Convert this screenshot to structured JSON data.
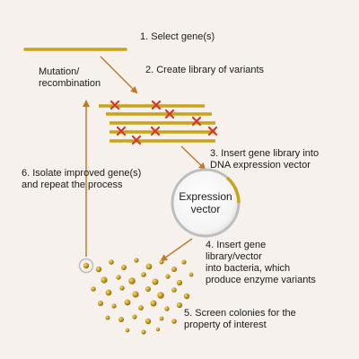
{
  "steps": {
    "s1": "1. Select gene(s)",
    "s2": "2. Create library of variants",
    "s3": "3. Insert gene library into\nDNA expression vector",
    "s4": "4. Insert gene\nlibrary/vector\ninto bacteria, which\nproduce enzyme variants",
    "s5": "5. Screen colonies for the\nproperty of interest",
    "s6": "6. Isolate improved gene(s)\nand repeat the process"
  },
  "cycle_label": "Mutation/\nrecombination",
  "vector_label": "Expression\nvector",
  "colors": {
    "background": "#f6f1ec",
    "gene": "#c8a416",
    "arrow": "#c07a2e",
    "mutation": "#d23a2a",
    "colony": "#c49a1a",
    "vector_ring": "#bdbdbd"
  },
  "icons": {
    "mutation_marker": "x-mark-icon",
    "vector": "plasmid-ring-icon",
    "selected_colony": "circle-highlight-icon"
  }
}
